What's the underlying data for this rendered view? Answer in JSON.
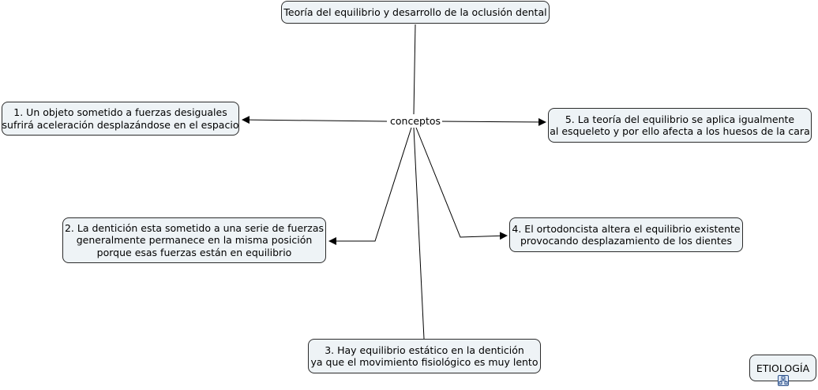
{
  "title": "Teoría del equilibrio y desarrollo de la oclusión dental",
  "linking_phrase": "conceptos",
  "nodes": {
    "n1": {
      "lines": [
        "1. Un objeto sometido a fuerzas desiguales",
        "sufrirá aceleración desplazándose en el espacio"
      ]
    },
    "n2": {
      "lines": [
        "2. La dentición esta sometido a una serie de fuerzas",
        "generalmente permanece en la misma posición",
        "porque esas fuerzas están en equilibrio"
      ]
    },
    "n3": {
      "lines": [
        "3. Hay equilibrio estático en la dentición",
        "ya que el movimiento fisiológico es muy lento"
      ]
    },
    "n4": {
      "lines": [
        "4. El ortodoncista altera el equilibrio existente",
        "provocando desplazamiento de los dientes"
      ]
    },
    "n5": {
      "lines": [
        "5. La teoría del equilibrio se aplica igualmente",
        "al esqueleto y por ello afecta a los huesos de la cara"
      ]
    }
  },
  "etiologia": {
    "label": "ETIOLOGÍA",
    "icon": "concept-map-resource-icon"
  },
  "colors": {
    "node_fill": "#eef3f6",
    "border": "#2b2b2b",
    "line": "#000000"
  }
}
